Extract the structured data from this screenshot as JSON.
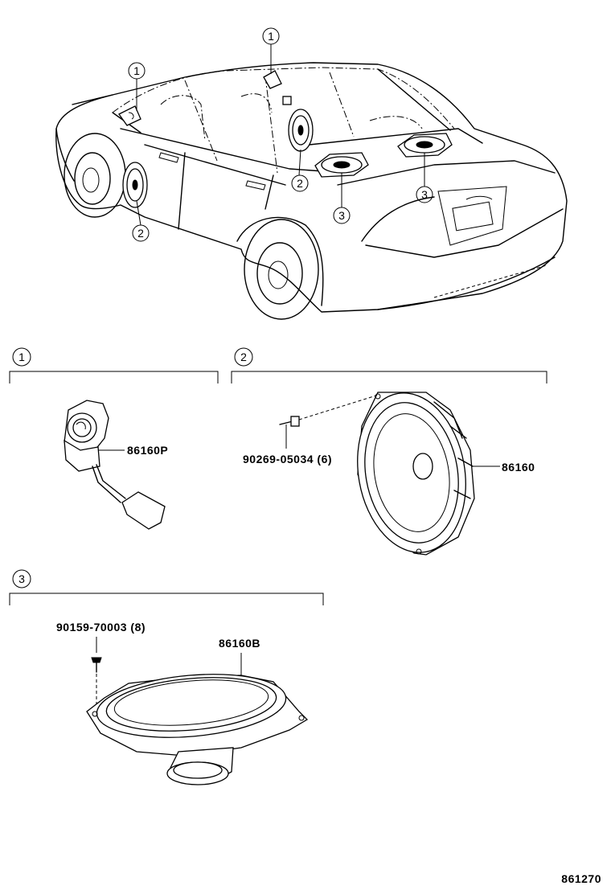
{
  "callouts": {
    "one": "1",
    "two": "2",
    "three": "3"
  },
  "sections": [
    {
      "id": "1",
      "parts": [
        "86160P"
      ]
    },
    {
      "id": "2",
      "parts": [
        "90269-05034 (6)",
        "86160"
      ]
    },
    {
      "id": "3",
      "parts": [
        "90159-70003 (8)",
        "86160B"
      ]
    }
  ],
  "labels": {
    "tweeter_part": "86160P",
    "door_screw_part": "90269-05034 (6)",
    "door_speaker_part": "86160",
    "rear_screw_part": "90159-70003 (8)",
    "rear_speaker_part": "86160B",
    "diagram_number": "861270"
  }
}
